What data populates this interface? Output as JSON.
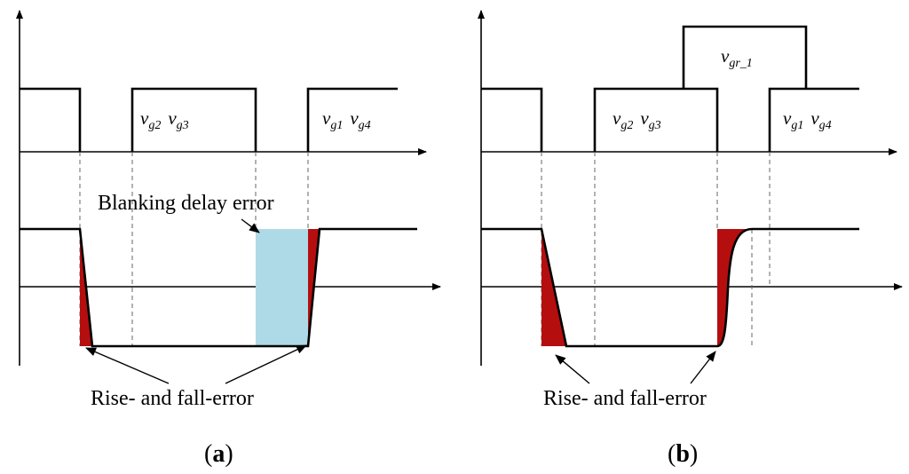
{
  "colors": {
    "error_fill": "#b50e0e",
    "blanking_fill": "#aed9e6",
    "line": "#000000"
  },
  "panel_a": {
    "gate_label_left": {
      "v": "v",
      "sub1": "g2",
      "v2": "v",
      "sub2": "g3"
    },
    "gate_label_right": {
      "v": "v",
      "sub1": "g1",
      "v2": "v",
      "sub2": "g4"
    },
    "blanking_label": "Blanking delay error",
    "rise_fall_label": "Rise- and fall-error",
    "caption_open": "(",
    "caption_letter": "a",
    "caption_close": ")"
  },
  "panel_b": {
    "gate_label_left": {
      "v": "v",
      "sub1": "g2",
      "v2": "v",
      "sub2": "g3"
    },
    "gate_label_right": {
      "v": "v",
      "sub1": "g1",
      "v2": "v",
      "sub2": "g4"
    },
    "gr_label": {
      "v": "v",
      "sub": "gr_1"
    },
    "rise_fall_label": "Rise- and fall-error",
    "caption_open": "(",
    "caption_letter": "b",
    "caption_close": ")"
  }
}
